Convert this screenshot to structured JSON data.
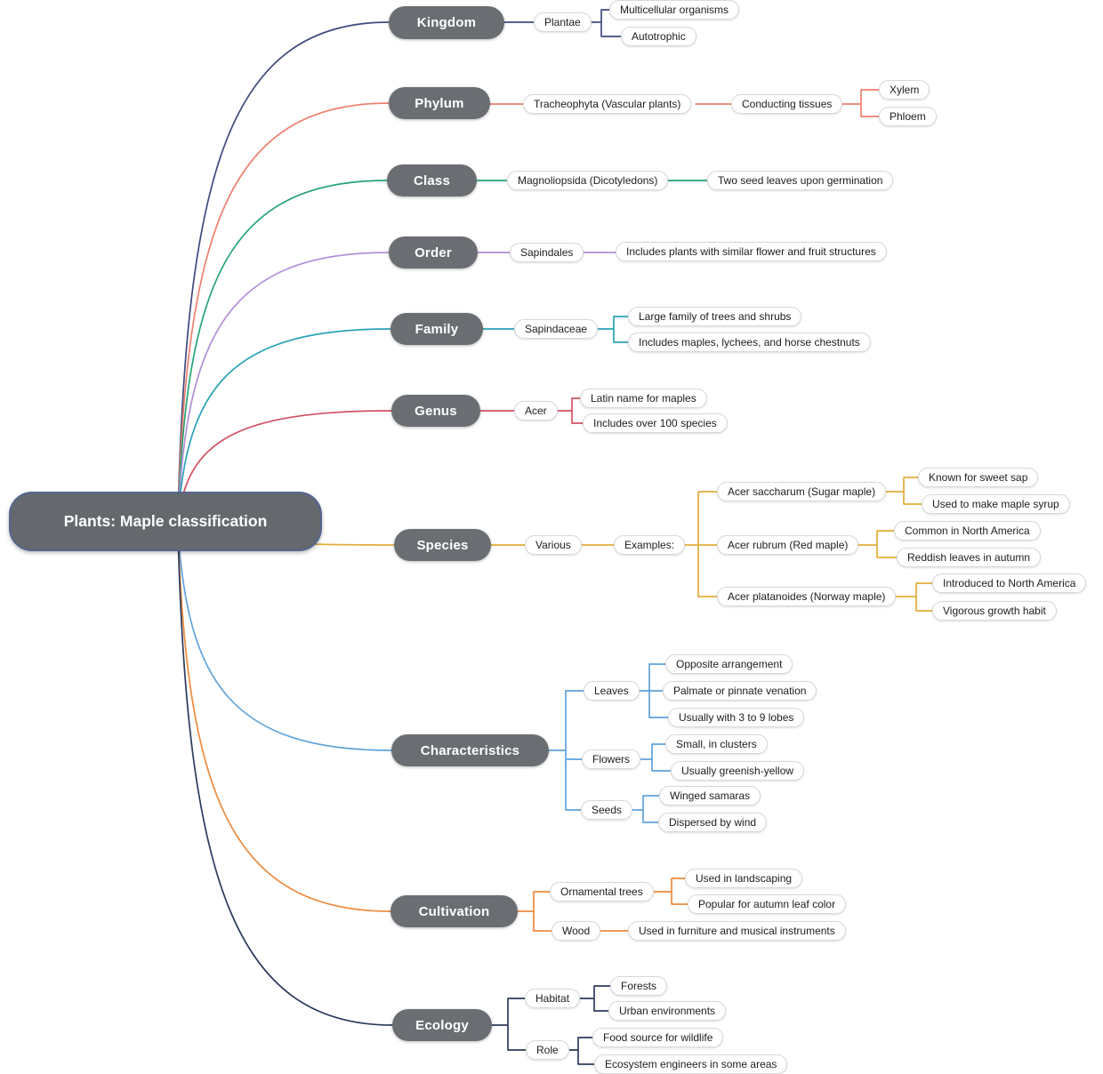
{
  "root": {
    "label": "Plants: Maple classification"
  },
  "branches": [
    {
      "label": "Kingdom",
      "color": "#3f4a7e",
      "children": [
        {
          "label": "Plantae",
          "children": [
            {
              "label": "Multicellular organisms"
            },
            {
              "label": "Autotrophic"
            }
          ]
        }
      ]
    },
    {
      "label": "Phylum",
      "color": "#ee7f6e",
      "children": [
        {
          "label": "Tracheophyta (Vascular plants)",
          "children": [
            {
              "label": "Conducting tissues",
              "children": [
                {
                  "label": "Xylem"
                },
                {
                  "label": "Phloem"
                }
              ]
            }
          ]
        }
      ]
    },
    {
      "label": "Class",
      "color": "#27a374",
      "children": [
        {
          "label": "Magnoliopsida (Dicotyledons)",
          "children": [
            {
              "label": "Two seed leaves upon germination"
            }
          ]
        }
      ]
    },
    {
      "label": "Order",
      "color": "#b28fd9",
      "children": [
        {
          "label": "Sapindales",
          "children": [
            {
              "label": "Includes plants with similar flower and fruit structures"
            }
          ]
        }
      ]
    },
    {
      "label": "Family",
      "color": "#2ba3b8",
      "children": [
        {
          "label": "Sapindaceae",
          "children": [
            {
              "label": "Large family of trees and shrubs"
            },
            {
              "label": "Includes maples, lychees, and horse chestnuts"
            }
          ]
        }
      ]
    },
    {
      "label": "Genus",
      "color": "#d25063",
      "children": [
        {
          "label": "Acer",
          "children": [
            {
              "label": "Latin name for maples"
            },
            {
              "label": "Includes over 100 species"
            }
          ]
        }
      ]
    },
    {
      "label": "Species",
      "color": "#e2ad3b",
      "children": [
        {
          "label": "Various",
          "children": [
            {
              "label": "Examples:",
              "children": [
                {
                  "label": "Acer saccharum (Sugar maple)",
                  "children": [
                    {
                      "label": "Known for sweet sap"
                    },
                    {
                      "label": "Used to make maple syrup"
                    }
                  ]
                },
                {
                  "label": "Acer rubrum (Red maple)",
                  "children": [
                    {
                      "label": "Common in North America"
                    },
                    {
                      "label": "Reddish leaves in autumn"
                    }
                  ]
                },
                {
                  "label": "Acer platanoides (Norway maple)",
                  "children": [
                    {
                      "label": "Introduced to North America"
                    },
                    {
                      "label": "Vigorous growth habit"
                    }
                  ]
                }
              ]
            }
          ]
        }
      ]
    },
    {
      "label": "Characteristics",
      "color": "#5fa3dc",
      "children": [
        {
          "label": "Leaves",
          "children": [
            {
              "label": "Opposite arrangement"
            },
            {
              "label": "Palmate or pinnate venation"
            },
            {
              "label": "Usually with 3 to 9 lobes"
            }
          ]
        },
        {
          "label": "Flowers",
          "children": [
            {
              "label": "Small, in clusters"
            },
            {
              "label": "Usually greenish-yellow"
            }
          ]
        },
        {
          "label": "Seeds",
          "children": [
            {
              "label": "Winged samaras"
            },
            {
              "label": "Dispersed by wind"
            }
          ]
        }
      ]
    },
    {
      "label": "Cultivation",
      "color": "#ef8a3d",
      "children": [
        {
          "label": "Ornamental trees",
          "children": [
            {
              "label": "Used in landscaping"
            },
            {
              "label": "Popular for autumn leaf color"
            }
          ]
        },
        {
          "label": "Wood",
          "children": [
            {
              "label": "Used in furniture and musical instruments"
            }
          ]
        }
      ]
    },
    {
      "label": "Ecology",
      "color": "#2c3a5c",
      "children": [
        {
          "label": "Habitat",
          "children": [
            {
              "label": "Forests"
            },
            {
              "label": "Urban environments"
            }
          ]
        },
        {
          "label": "Role",
          "children": [
            {
              "label": "Food source for wildlife"
            },
            {
              "label": "Ecosystem engineers in some areas"
            }
          ]
        }
      ]
    }
  ]
}
